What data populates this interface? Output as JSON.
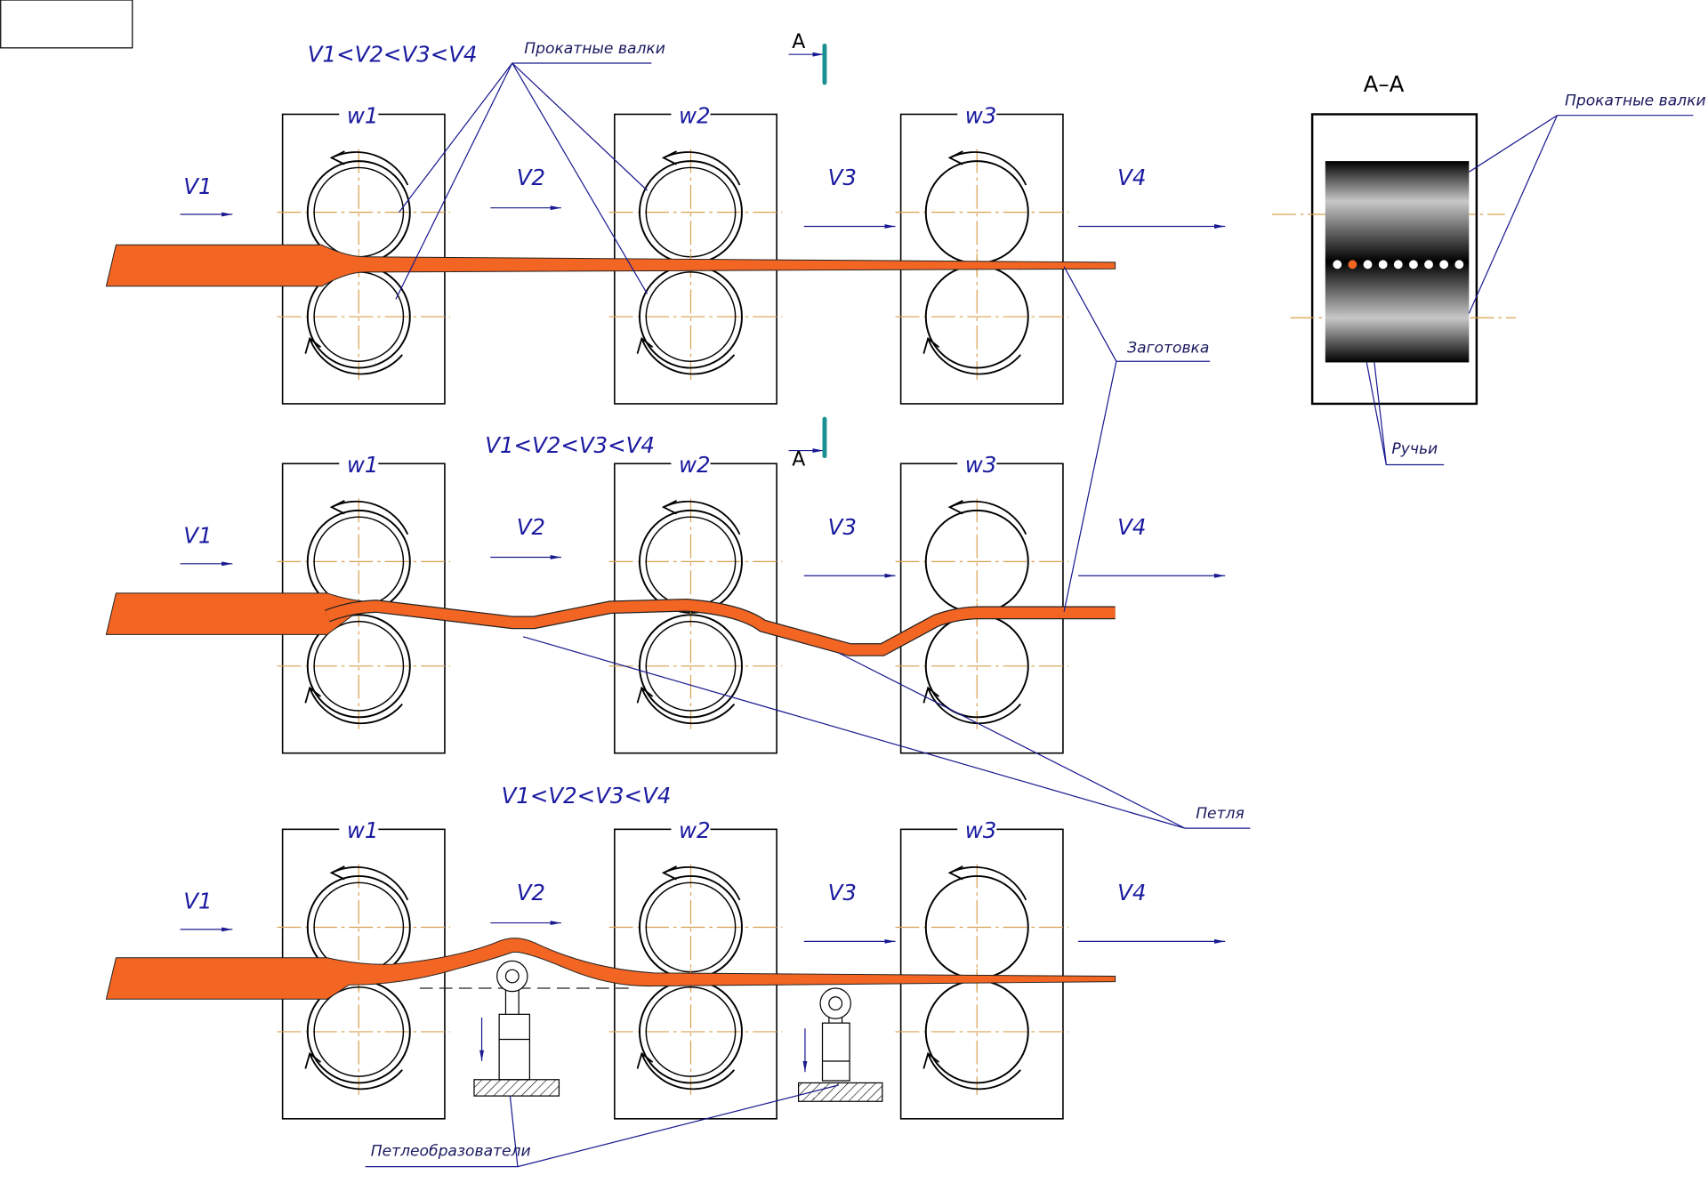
{
  "colors": {
    "strip": "#f26522",
    "leader": "#1a1a90",
    "section_marker": "#1a9090",
    "axis": "#d9a050"
  },
  "speed_relation": "V1<V2<V3<V4",
  "stands": [
    "w1",
    "w2",
    "w3"
  ],
  "speeds": [
    "V1",
    "V2",
    "V3",
    "V4"
  ],
  "section_mark": "A",
  "section_title": "A–A",
  "notes": {
    "rolls": "Прокатные валки",
    "rolls_section": "Прокатные валки",
    "billet": "Заготовка",
    "grooves": "Ручьи",
    "loop": "Петля",
    "loopers": "Петлеобразователи"
  },
  "groove_count": 9,
  "active_groove": 2
}
